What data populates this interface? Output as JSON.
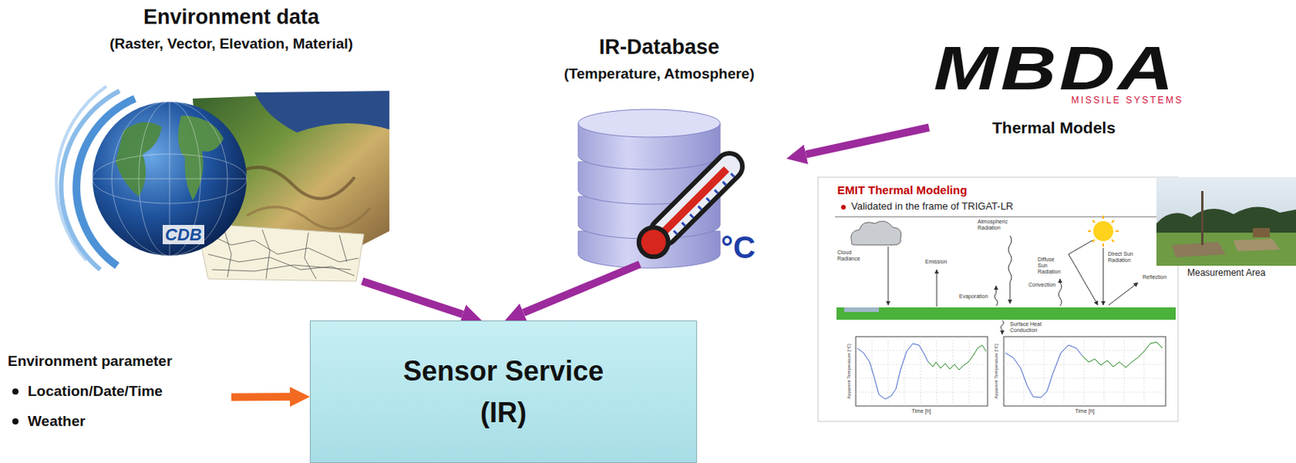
{
  "diagram": {
    "nodes": [
      {
        "text": [
          "Environment data",
          "(Raster, Vector, Elevation, Material)"
        ]
      },
      {
        "text": [
          "IR-Database",
          "(Temperature, Atmosphere)"
        ]
      },
      {
        "text": [
          "MBDA",
          "MISSILE SYSTEMS",
          "Thermal Models"
        ]
      },
      {
        "text": [
          "Sensor Service (IR)"
        ]
      },
      {
        "text": [
          "Environment parameter",
          "Location/Date/Time",
          "Weather"
        ]
      }
    ],
    "edges": [
      {
        "from": 0,
        "to": 3,
        "arrow": "to"
      },
      {
        "from": 1,
        "to": 3,
        "arrow": "to"
      },
      {
        "from": 2,
        "to": 1,
        "arrow": "to"
      },
      {
        "from": 4,
        "to": 3,
        "arrow": "to"
      }
    ],
    "labels": [
      "CDB",
      "°C",
      "EMIT Thermal Modeling",
      "Validated in the frame of TRIGAT-LR",
      "Cloud Radiance",
      "Emission",
      "Atmospheric Radiation",
      "Evaporation",
      "Convection",
      "Diffuse Sun Radiation",
      "Direct Sun Radiation",
      "Reflection",
      "Surface Heat Conduction",
      "Time [h]",
      "Time [h]",
      "Apparent Temperature [°C]",
      "Apparent Temperature [°C]",
      "Measurement Area"
    ]
  }
}
